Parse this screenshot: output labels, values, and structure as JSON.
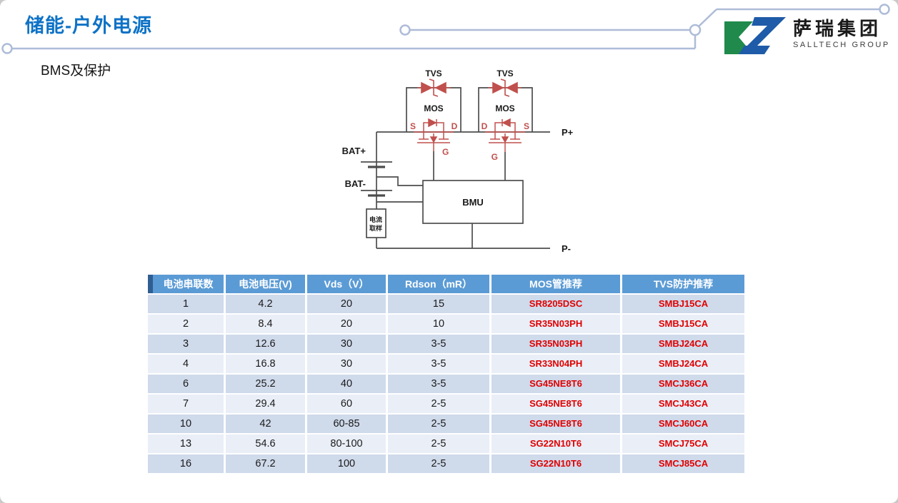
{
  "header": {
    "title": "储能-户外电源"
  },
  "section": {
    "subtitle": "BMS及保护"
  },
  "logo": {
    "company": "萨瑞集团",
    "group": "SALLTECH GROUP"
  },
  "colors": {
    "title_blue": "#0d72c6",
    "table_header_blue": "#5b9bd5",
    "table_header_accent": "#2f5e93",
    "row_dark": "#cfdaeb",
    "row_light": "#e9eef7",
    "part_number_red": "#e00000",
    "circuit_symbol_red": "#c0504d",
    "wire_gray": "#4d4d4d",
    "trace_blue": "#aebcd8",
    "logo_green": "#1f8a4c",
    "logo_blue": "#1e5ba8"
  },
  "diagram": {
    "tvs_label_1": "TVS",
    "tvs_label_2": "TVS",
    "mos_label_1": "MOS",
    "mos_label_2": "MOS",
    "mos1_s": "S",
    "mos1_d": "D",
    "mos1_g": "G",
    "mos2_d": "D",
    "mos2_s": "S",
    "mos2_g": "G",
    "bat_plus": "BAT+",
    "bat_minus": "BAT-",
    "bmu": "BMU",
    "current_sense_line1": "电流",
    "current_sense_line2": "取样",
    "p_plus": "P+",
    "p_minus": "P-"
  },
  "table": {
    "headers": [
      "电池串联数",
      "电池电压(V)",
      "Vds（V）",
      "Rdson（mR）",
      "MOS管推荐",
      "TVS防护推荐"
    ],
    "rows": [
      [
        "1",
        "4.2",
        "20",
        "15",
        "SR8205DSC",
        "SMBJ15CA"
      ],
      [
        "2",
        "8.4",
        "20",
        "10",
        "SR35N03PH",
        "SMBJ15CA"
      ],
      [
        "3",
        "12.6",
        "30",
        "3-5",
        "SR35N03PH",
        "SMBJ24CA"
      ],
      [
        "4",
        "16.8",
        "30",
        "3-5",
        "SR33N04PH",
        "SMBJ24CA"
      ],
      [
        "6",
        "25.2",
        "40",
        "3-5",
        "SG45NE8T6",
        "SMCJ36CA"
      ],
      [
        "7",
        "29.4",
        "60",
        "2-5",
        "SG45NE8T6",
        "SMCJ43CA"
      ],
      [
        "10",
        "42",
        "60-85",
        "2-5",
        "SG45NE8T6",
        "SMCJ60CA"
      ],
      [
        "13",
        "54.6",
        "80-100",
        "2-5",
        "SG22N10T6",
        "SMCJ75CA"
      ],
      [
        "16",
        "67.2",
        "100",
        "2-5",
        "SG22N10T6",
        "SMCJ85CA"
      ]
    ]
  }
}
